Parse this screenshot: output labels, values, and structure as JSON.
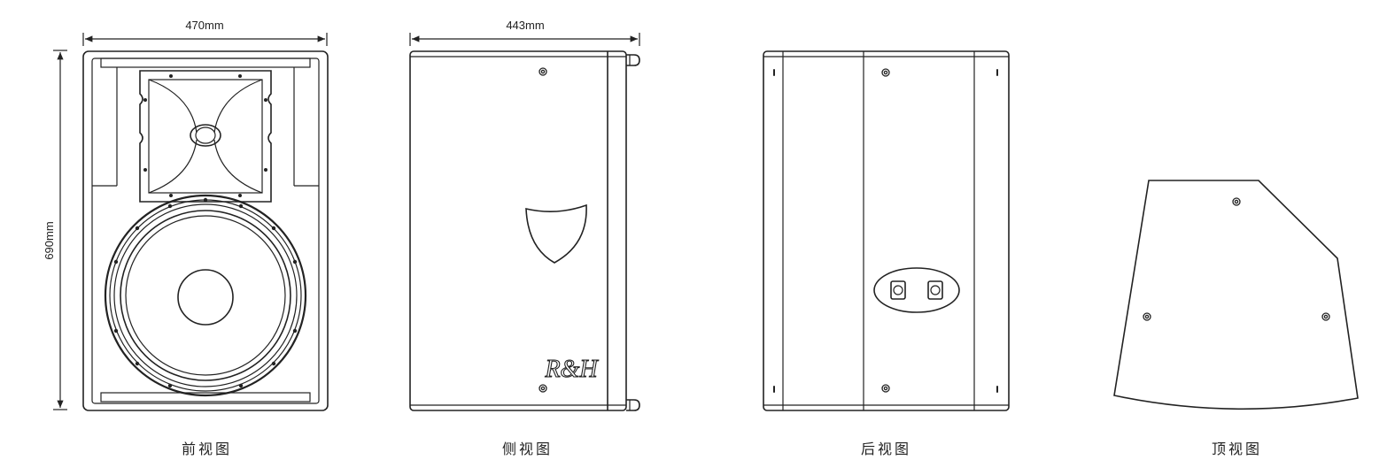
{
  "views": {
    "front": {
      "caption": "前视图",
      "width_label": "470mm",
      "height_label": "690mm"
    },
    "side": {
      "caption": "侧视图",
      "width_label": "443mm",
      "logo": "R&H"
    },
    "rear": {
      "caption": "后视图"
    },
    "top": {
      "caption": "顶视图"
    }
  },
  "colors": {
    "line": "#222222",
    "background": "#ffffff"
  }
}
